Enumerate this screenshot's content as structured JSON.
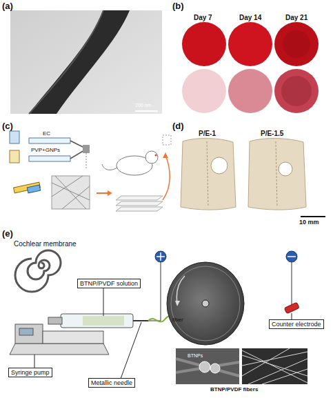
{
  "diagram": {
    "nodes": [
      {
        "text": [
          "BTNP/PVDF solution"
        ]
      },
      {
        "text": [
          "Counter electrode"
        ]
      },
      {
        "text": [
          "Syringe pump"
        ]
      },
      {
        "text": [
          "Metallic needle"
        ]
      }
    ],
    "labels": [
      "(a)",
      "200 nm",
      "(b)",
      "Day 7",
      "Day 14",
      "Day 21",
      "(c)",
      "EC",
      "PVP+GNPs",
      "(d)",
      "P/E-1",
      "P/E-1.5",
      "10 mm",
      "(e)",
      "Cochlear membrane",
      "fiber",
      "BTNPs",
      "BTNP/PVDF fibers"
    ]
  }
}
